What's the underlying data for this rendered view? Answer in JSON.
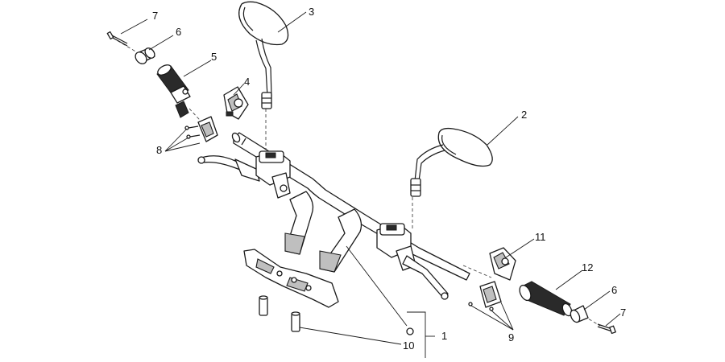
{
  "diagram": {
    "callouts": {
      "c1": "1",
      "c2": "2",
      "c3": "3",
      "c4": "4",
      "c5": "5",
      "c6a": "6",
      "c6b": "6",
      "c7a": "7",
      "c7b": "7",
      "c8": "8",
      "c9": "9",
      "c10": "10",
      "c11": "11",
      "c12": "12"
    }
  }
}
